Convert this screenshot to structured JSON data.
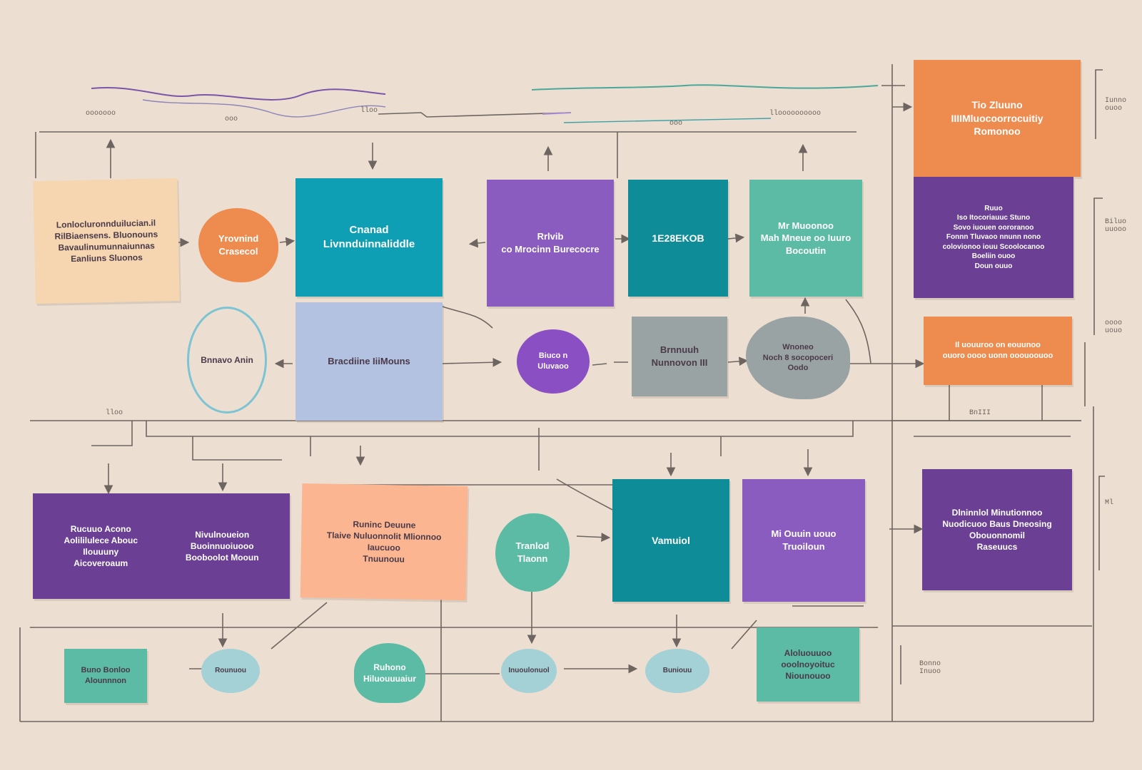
{
  "colors": {
    "background": "#ecdfd2",
    "line": "#6f6560",
    "orange": "#ee8b4e",
    "teal": "#0f9fb5",
    "dark_teal": "#0e8c98",
    "purple": "#8a5cbf",
    "dark_purple": "#6a3f94",
    "mint": "#5bbba4",
    "peach": "#f5d6b0",
    "salmon": "#fbb691",
    "lavender": "#b3c2e0",
    "gray": "#9aa3a4",
    "light_blue": "#a4d1d6"
  },
  "nodes": [
    {
      "id": "n-peach-top-left",
      "text": "Lonlocluronnduilucian.il\nRilBiaensens. Bluonouns\nBavaulinumunnaiunnas\nEanliuns Sluonos"
    },
    {
      "id": "n-orange-blob",
      "text": "Yrovnind\nCrasecol"
    },
    {
      "id": "n-teal-main",
      "text": "Cnanad\nLivnnduinnaliddle"
    },
    {
      "id": "n-purple-main",
      "text": "Rrlvib\nco Mrocinn Burecocre"
    },
    {
      "id": "n-teal-code",
      "text": "1E28EKOB"
    },
    {
      "id": "n-mint-top",
      "text": "Mr Muoonoo\nMah Mneue oo Iuuro\nBocoutin"
    },
    {
      "id": "n-orange-top-right",
      "text": "Tio Zluuno\nIIIIMluocoorrocuitiy\nRomonoo"
    },
    {
      "id": "n-purple-right",
      "text": "Ruuo\nIso Itocoriauuc Stuno\nSovo iuouen oororanoo\nFonnn Tluvaoo nnunn nono\ncolovionoo iouu Scoolocanoo\nBoeliin ouoo\nDoun ouuo"
    },
    {
      "id": "n-ring",
      "text": "Bnnavo Anin"
    },
    {
      "id": "n-lavender",
      "text": "Bracdiine IiiMouns"
    },
    {
      "id": "n-purple-blob-small",
      "text": "Biuco n\nUluvaoo"
    },
    {
      "id": "n-gray-box",
      "text": "Brnnuuh\nNunnovon III"
    },
    {
      "id": "n-gray-blob",
      "text": "Wnoneo\nNoch 8 socopoceri\nOodo"
    },
    {
      "id": "n-orange-mid-right",
      "text": "Il uouuroo on eouunoo\nouoro oooo uonn ooouoouoo"
    },
    {
      "id": "n-purple-bottom-left-a",
      "text": "Rucuuo Acono\nAolililulece Abouc\nIlouuuny\nAicoveroaum"
    },
    {
      "id": "n-purple-bottom-left-b",
      "text": "Nivulnoueion\nBuoinnuoiuooo\nBooboolot Mooun"
    },
    {
      "id": "n-salmon",
      "text": "Runinc Deuune\nTlaive Nuluonnolit Mlionnoo\nIaucuoo\nTnuunouu"
    },
    {
      "id": "n-mint-blob",
      "text": "Tranlod\nTlaonn"
    },
    {
      "id": "n-teal-bottom",
      "text": "Vamuiol"
    },
    {
      "id": "n-purple-bottom-mid",
      "text": "Mi Ouuin uouo\nTruoiloun"
    },
    {
      "id": "n-purple-bottom-right",
      "text": "Dlninnlol Minutionnoo\nNuodicuoo Baus Dneosing\nObouonnomil\nRaseuucs"
    },
    {
      "id": "n-mint-small",
      "text": "Buno Bonloo\nAlounnnon"
    },
    {
      "id": "n-blue-blob-1",
      "text": "Rounuou"
    },
    {
      "id": "n-mint-blob-2",
      "text": "Ruhono\nHiluouuuaiur"
    },
    {
      "id": "n-blue-blob-2",
      "text": "Inuoulonuol"
    },
    {
      "id": "n-blue-blob-3",
      "text": "Buniouu"
    },
    {
      "id": "n-mint-bottom-right",
      "text": "Aloluouuoo\nooolnoyoituc\nNiounouoo"
    }
  ],
  "labels": {
    "l1": "ooooooo",
    "l2": "ooo",
    "l3": "lloo",
    "l4": "ooo",
    "l5": "lloooooooooo",
    "l6": "lloo",
    "l7": "Iunno\nouoo",
    "l8": "Ml",
    "l9": "Bonno\nInuoo",
    "l10": "Biluo\nuuooo",
    "l11": "oooo\nuouo",
    "l12": "BnIII"
  }
}
